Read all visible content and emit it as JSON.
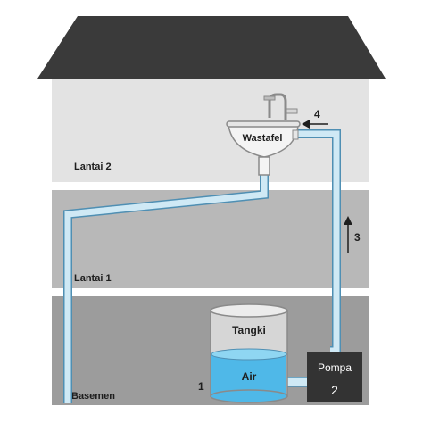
{
  "floors": {
    "floor2": "Lantai 2",
    "floor1": "Lantai 1",
    "basement": "Basemen"
  },
  "sink": {
    "label": "Wastafel"
  },
  "tank": {
    "label": "Tangki",
    "water_label": "Air"
  },
  "pump": {
    "label": "Pompa",
    "number": "2"
  },
  "markers": {
    "one": "1",
    "three": "3",
    "four": "4"
  },
  "colors": {
    "roof": "#3a3a3a",
    "floor2_wall": "#e3e3e3",
    "floor1_wall": "#b8b8b8",
    "basement_wall": "#9c9c9c",
    "pipe_fill": "#cfe9f5",
    "pipe_stroke": "#4f8fb3",
    "water": "#4fb8e8",
    "pump_body": "#333333"
  }
}
